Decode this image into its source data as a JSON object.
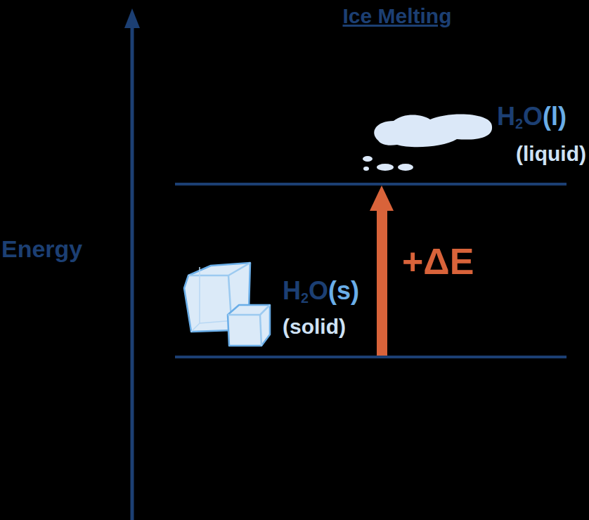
{
  "diagram": {
    "title": "Ice Melting",
    "labels": [
      "Energy",
      "H2O(l)",
      "(liquid)",
      "H2O(s)",
      "(solid)",
      "+ΔE"
    ]
  }
}
